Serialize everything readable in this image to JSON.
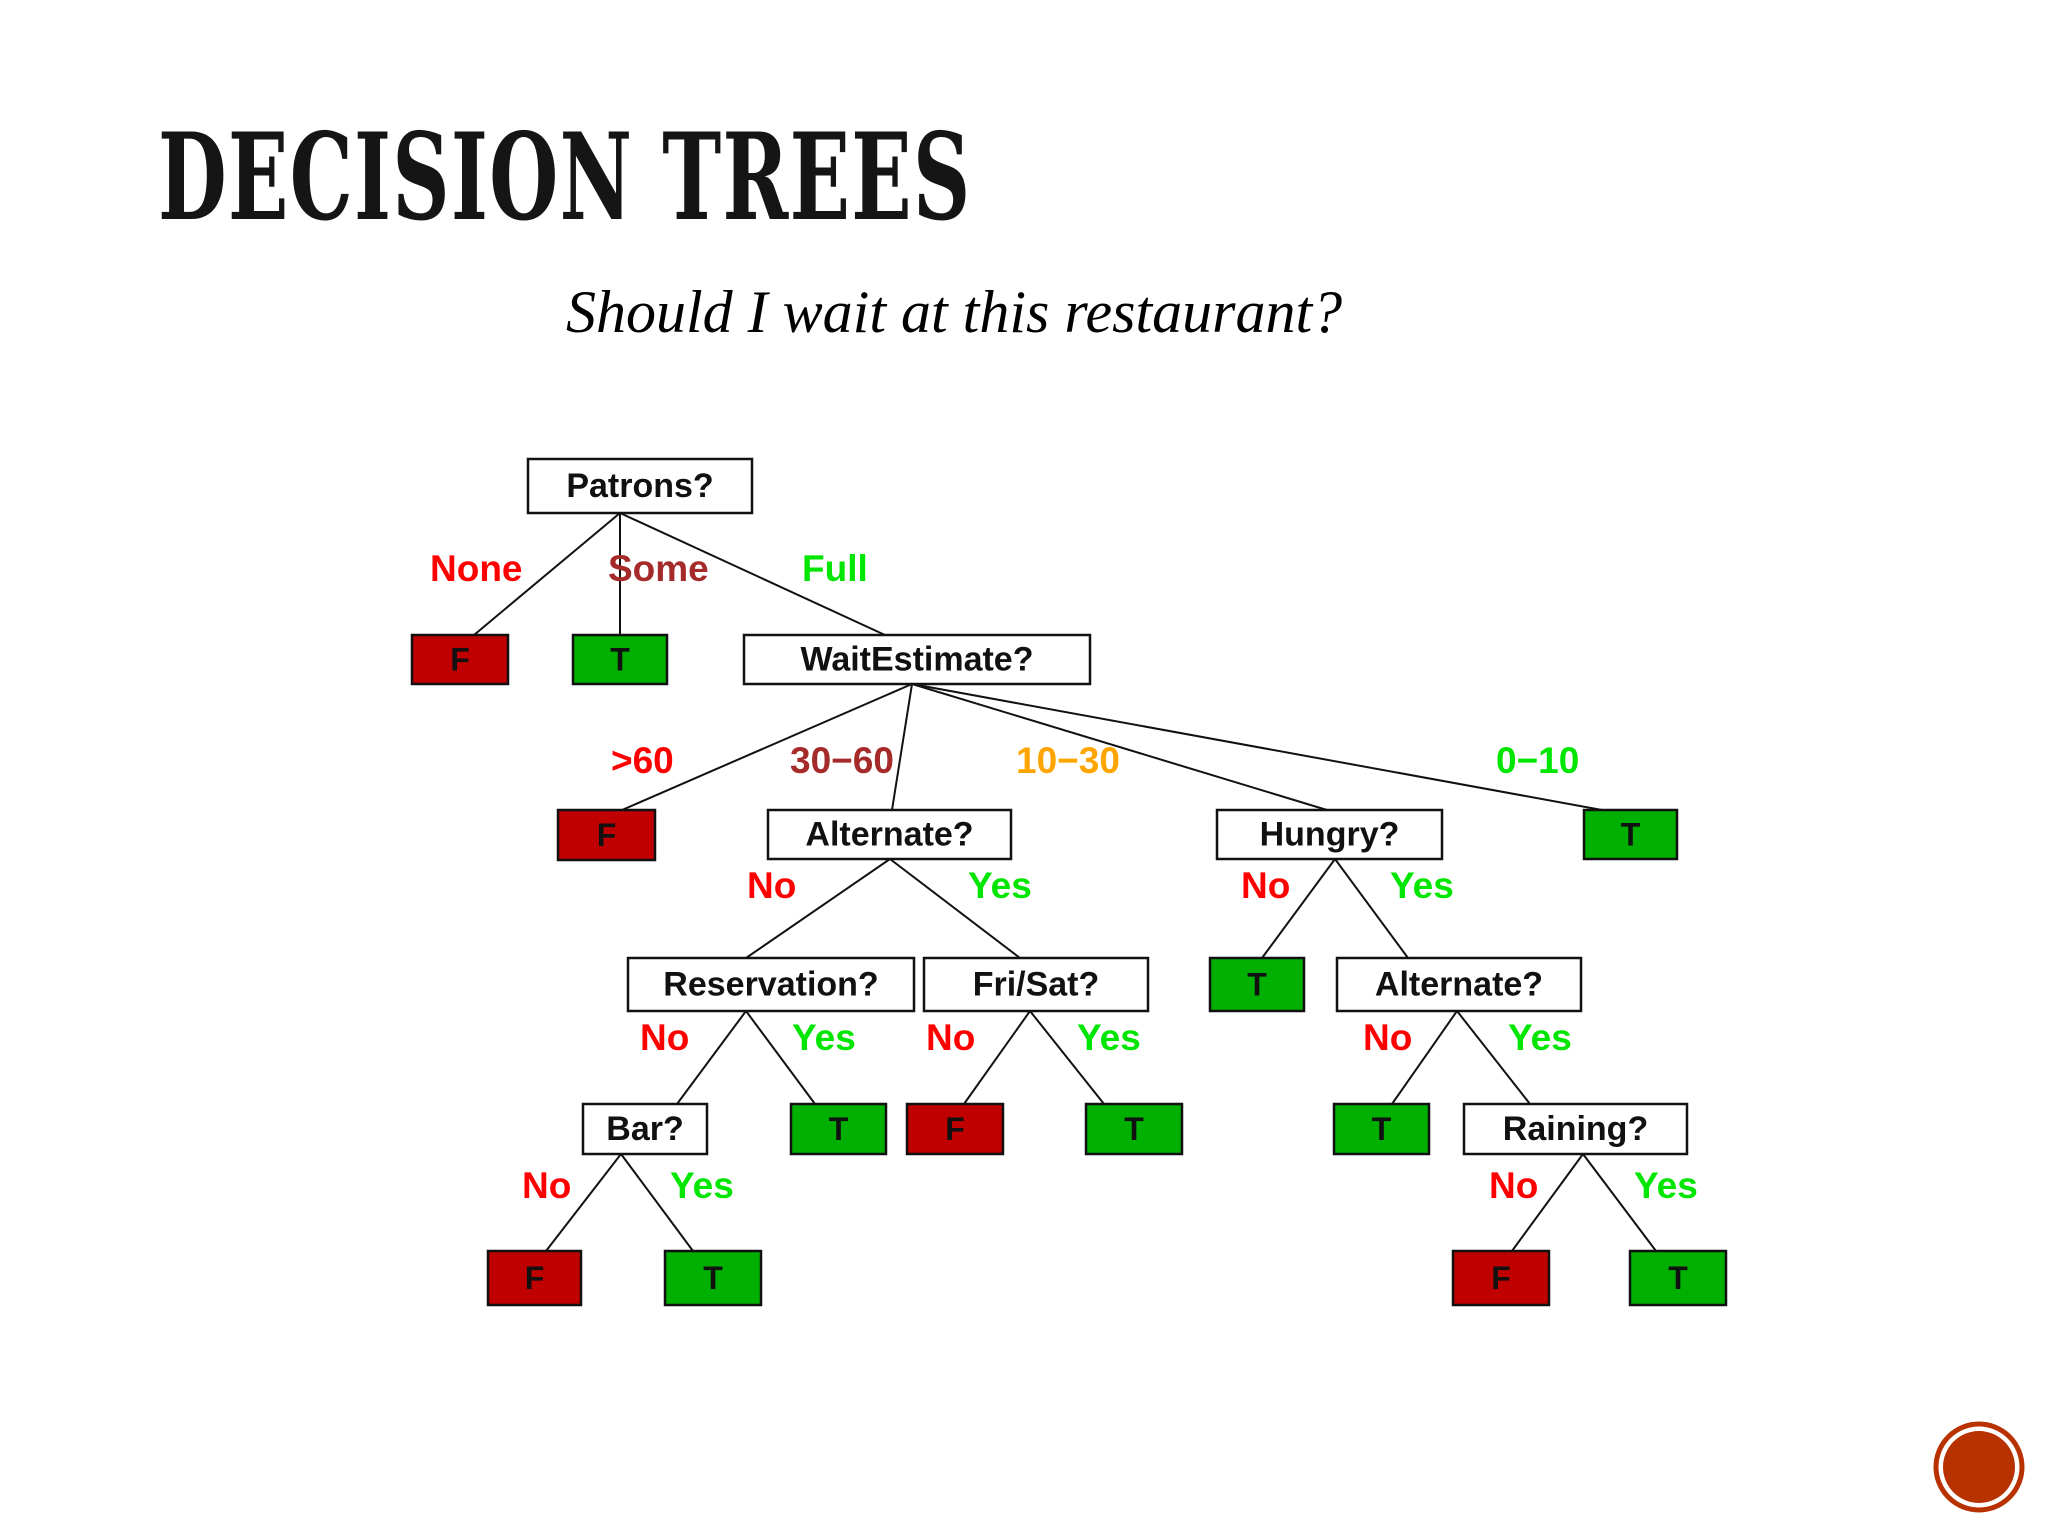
{
  "slide": {
    "title": "DECISION TREES",
    "subtitle": "Should I wait at this restaurant?"
  },
  "colors": {
    "red_label": "#ff0000",
    "brown_label": "#a52a2a",
    "orange_label": "#ffa500",
    "green_label": "#00e600",
    "leaf_false": "#c00000",
    "leaf_true": "#00b000",
    "box_border": "#111111",
    "nav_button": "#b83200"
  },
  "tree": {
    "nodes": [
      {
        "id": "patrons",
        "kind": "question",
        "label": "Patrons?"
      },
      {
        "id": "leaf-none",
        "kind": "leaf",
        "label": "F",
        "value": false
      },
      {
        "id": "leaf-some",
        "kind": "leaf",
        "label": "T",
        "value": true
      },
      {
        "id": "wait",
        "kind": "question",
        "label": "WaitEstimate?"
      },
      {
        "id": "leaf-60",
        "kind": "leaf",
        "label": "F",
        "value": false
      },
      {
        "id": "alt1",
        "kind": "question",
        "label": "Alternate?"
      },
      {
        "id": "hungry",
        "kind": "question",
        "label": "Hungry?"
      },
      {
        "id": "leaf-010",
        "kind": "leaf",
        "label": "T",
        "value": true
      },
      {
        "id": "reservation",
        "kind": "question",
        "label": "Reservation?"
      },
      {
        "id": "frisat",
        "kind": "question",
        "label": "Fri/Sat?"
      },
      {
        "id": "leaf-hungry-no",
        "kind": "leaf",
        "label": "T",
        "value": true
      },
      {
        "id": "alt2",
        "kind": "question",
        "label": "Alternate?"
      },
      {
        "id": "bar",
        "kind": "question",
        "label": "Bar?"
      },
      {
        "id": "leaf-res-yes",
        "kind": "leaf",
        "label": "T",
        "value": true
      },
      {
        "id": "leaf-fri-no",
        "kind": "leaf",
        "label": "F",
        "value": false
      },
      {
        "id": "leaf-fri-yes",
        "kind": "leaf",
        "label": "T",
        "value": true
      },
      {
        "id": "leaf-alt2-no",
        "kind": "leaf",
        "label": "T",
        "value": true
      },
      {
        "id": "raining",
        "kind": "question",
        "label": "Raining?"
      },
      {
        "id": "leaf-bar-no",
        "kind": "leaf",
        "label": "F",
        "value": false
      },
      {
        "id": "leaf-bar-yes",
        "kind": "leaf",
        "label": "T",
        "value": true
      },
      {
        "id": "leaf-rain-no",
        "kind": "leaf",
        "label": "F",
        "value": false
      },
      {
        "id": "leaf-rain-yes",
        "kind": "leaf",
        "label": "T",
        "value": true
      }
    ],
    "edges": [
      {
        "from": "patrons",
        "to": "leaf-none",
        "label": "None",
        "color": "red"
      },
      {
        "from": "patrons",
        "to": "leaf-some",
        "label": "Some",
        "color": "brown"
      },
      {
        "from": "patrons",
        "to": "wait",
        "label": "Full",
        "color": "green"
      },
      {
        "from": "wait",
        "to": "leaf-60",
        "label": ">60",
        "color": "red"
      },
      {
        "from": "wait",
        "to": "alt1",
        "label": "30−60",
        "color": "brown"
      },
      {
        "from": "wait",
        "to": "hungry",
        "label": "10−30",
        "color": "orange"
      },
      {
        "from": "wait",
        "to": "leaf-010",
        "label": "0−10",
        "color": "green"
      },
      {
        "from": "alt1",
        "to": "reservation",
        "label": "No",
        "color": "red"
      },
      {
        "from": "alt1",
        "to": "frisat",
        "label": "Yes",
        "color": "green"
      },
      {
        "from": "hungry",
        "to": "leaf-hungry-no",
        "label": "No",
        "color": "red"
      },
      {
        "from": "hungry",
        "to": "alt2",
        "label": "Yes",
        "color": "green"
      },
      {
        "from": "reservation",
        "to": "bar",
        "label": "No",
        "color": "red"
      },
      {
        "from": "reservation",
        "to": "leaf-res-yes",
        "label": "Yes",
        "color": "green"
      },
      {
        "from": "frisat",
        "to": "leaf-fri-no",
        "label": "No",
        "color": "red"
      },
      {
        "from": "frisat",
        "to": "leaf-fri-yes",
        "label": "Yes",
        "color": "green"
      },
      {
        "from": "alt2",
        "to": "leaf-alt2-no",
        "label": "No",
        "color": "red"
      },
      {
        "from": "alt2",
        "to": "raining",
        "label": "Yes",
        "color": "green"
      },
      {
        "from": "bar",
        "to": "leaf-bar-no",
        "label": "No",
        "color": "red"
      },
      {
        "from": "bar",
        "to": "leaf-bar-yes",
        "label": "Yes",
        "color": "green"
      },
      {
        "from": "raining",
        "to": "leaf-rain-no",
        "label": "No",
        "color": "red"
      },
      {
        "from": "raining",
        "to": "leaf-rain-yes",
        "label": "Yes",
        "color": "green"
      }
    ]
  },
  "nav": {
    "icon": "next-slide-button-icon"
  }
}
